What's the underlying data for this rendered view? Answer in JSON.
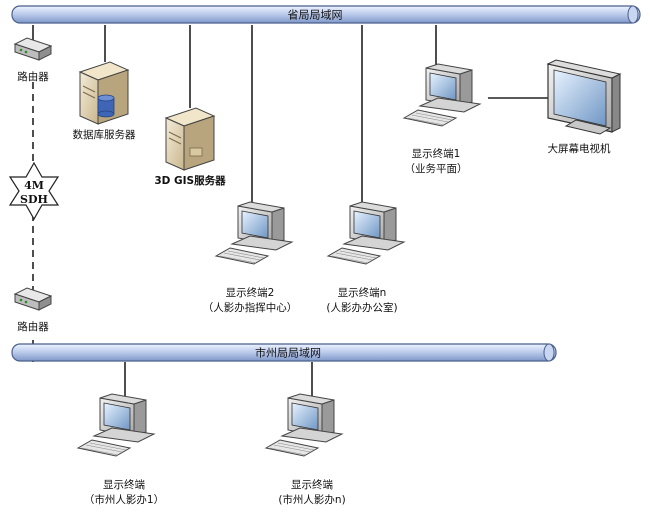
{
  "buses": {
    "province": "省局局域网",
    "city": "市州局局域网"
  },
  "link": {
    "line1": "4M",
    "line2": "SDH"
  },
  "nodes": {
    "router_top": "路由器",
    "router_bottom": "路由器",
    "db_server": "数据库服务器",
    "gis_server": "3D GIS服务器",
    "terminal_1": {
      "line1": "显示终端1",
      "line2": "（业务平面）"
    },
    "big_screen": "大屏幕电视机",
    "terminal_2": {
      "line1": "显示终端2",
      "line2": "（人影办指挥中心）"
    },
    "terminal_n": {
      "line1": "显示终端n",
      "line2": "(人影办办公室)"
    },
    "city_terminal_1": {
      "line1": "显示终端",
      "line2": "（市州人影办1）"
    },
    "city_terminal_n": {
      "line1": "显示终端",
      "line2": "(市州人影办n)"
    }
  }
}
